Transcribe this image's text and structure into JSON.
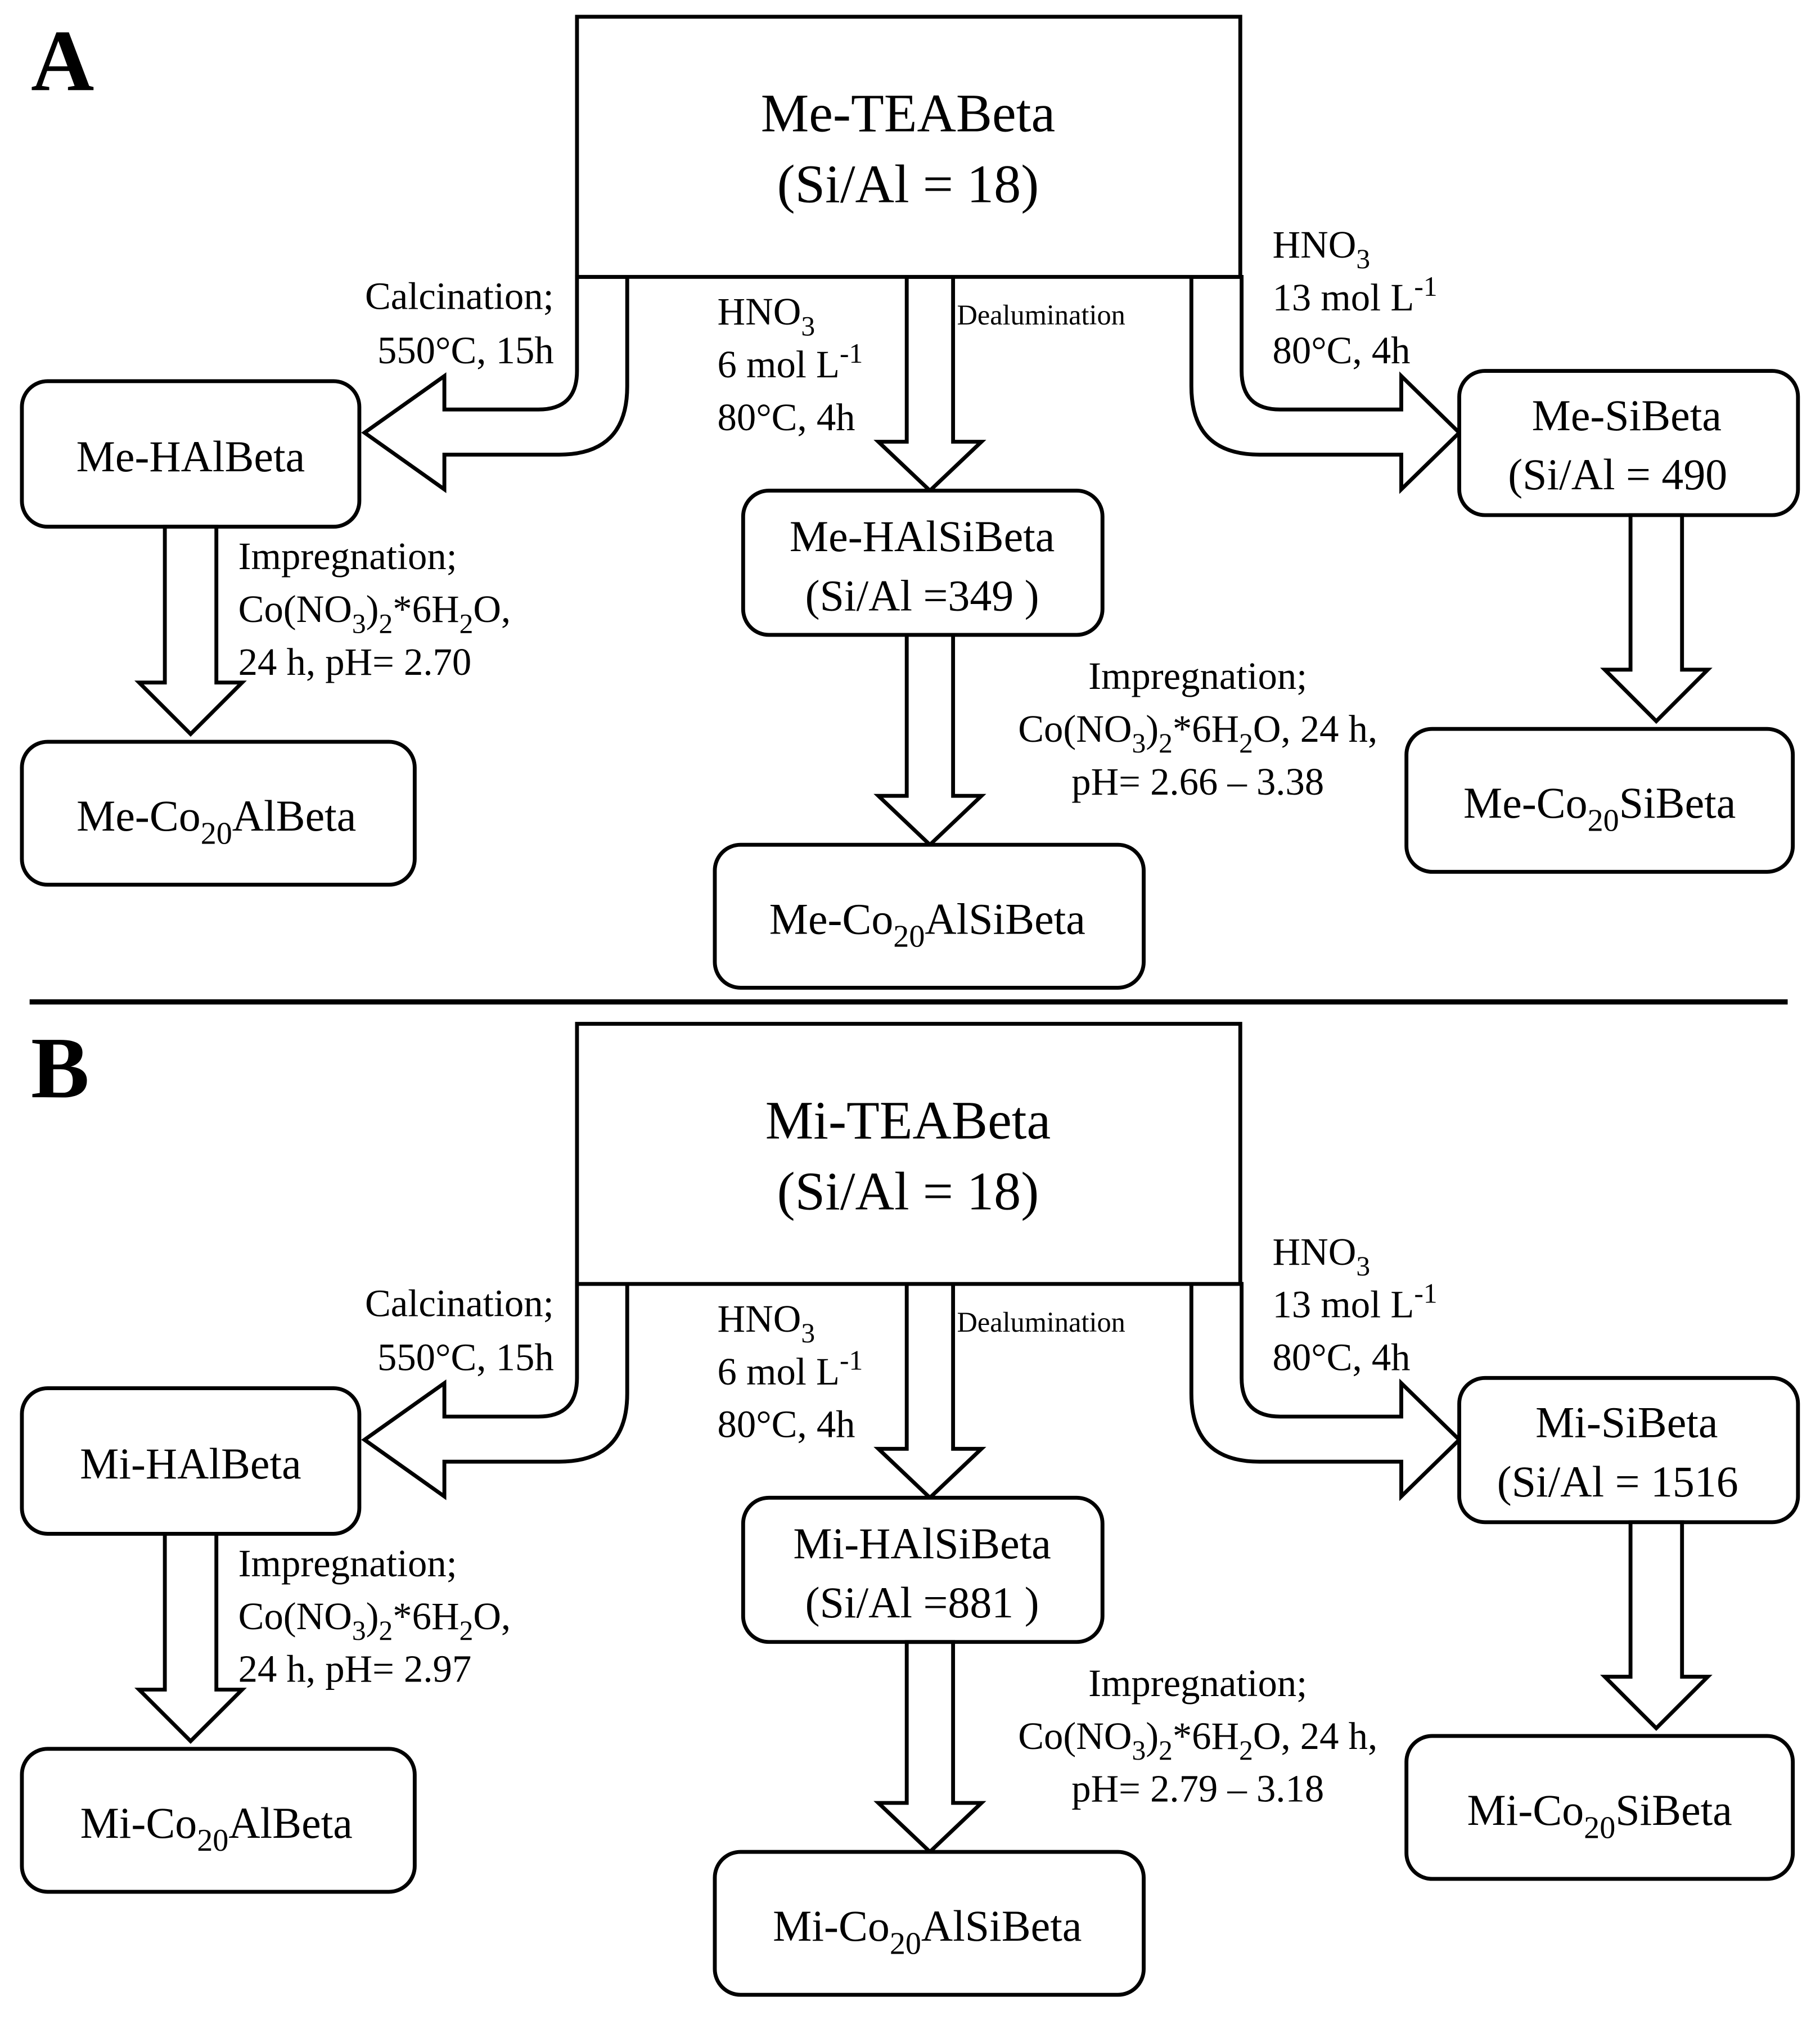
{
  "panels": [
    {
      "letter": "A",
      "top": {
        "name": "Me-TEABeta",
        "ratio": "(Si/Al = 18)"
      },
      "left_step": [
        "Calcination;",
        "550°C, 15h"
      ],
      "left_node": {
        "name": "Me-HAlBeta"
      },
      "left_impreg": [
        "Impregnation;",
        "Co(NO3)2*6H2O,",
        "24 h, pH= 2.70"
      ],
      "left_final": {
        "prefix": "Me-Co",
        "sub": "20",
        "suffix": "AlBeta"
      },
      "mid_step": [
        "HNO3",
        "6 mol L-1",
        "80°C, 4h"
      ],
      "mid_label": "Dealumination",
      "mid_node": {
        "name": "Me-HAlSiBeta",
        "ratio": "(Si/Al =349 )"
      },
      "mid_impreg": [
        "Impregnation;",
        "Co(NO3)2*6H2O, 24 h,",
        "pH= 2.66 – 3.38"
      ],
      "mid_final": {
        "prefix": "Me-Co",
        "sub": "20",
        "suffix": "AlSiBeta"
      },
      "right_step": [
        "HNO3",
        "13 mol L-1",
        "80°C, 4h"
      ],
      "right_node": {
        "name": "Me-SiBeta",
        "ratio": "(Si/Al = 490"
      },
      "right_final": {
        "prefix": "Me-Co",
        "sub": "20",
        "suffix": "SiBeta"
      }
    },
    {
      "letter": "B",
      "top": {
        "name": "Mi-TEABeta",
        "ratio": "(Si/Al = 18)"
      },
      "left_step": [
        "Calcination;",
        "550°C, 15h"
      ],
      "left_node": {
        "name": "Mi-HAlBeta"
      },
      "left_impreg": [
        "Impregnation;",
        "Co(NO3)2*6H2O,",
        "24 h, pH= 2.97"
      ],
      "left_final": {
        "prefix": "Mi-Co",
        "sub": "20",
        "suffix": "AlBeta"
      },
      "mid_step": [
        "HNO3",
        "6 mol L-1",
        "80°C, 4h"
      ],
      "mid_label": "Dealumination",
      "mid_node": {
        "name": "Mi-HAlSiBeta",
        "ratio": "(Si/Al =881 )"
      },
      "mid_impreg": [
        "Impregnation;",
        "Co(NO3)2*6H2O, 24 h,",
        "pH= 2.79 – 3.18"
      ],
      "mid_final": {
        "prefix": "Mi-Co",
        "sub": "20",
        "suffix": "AlSiBeta"
      },
      "right_step": [
        "HNO3",
        "13 mol L-1",
        "80°C, 4h"
      ],
      "right_node": {
        "name": "Mi-SiBeta",
        "ratio": "(Si/Al = 1516"
      },
      "right_final": {
        "prefix": "Mi-Co",
        "sub": "20",
        "suffix": "SiBeta"
      }
    }
  ]
}
